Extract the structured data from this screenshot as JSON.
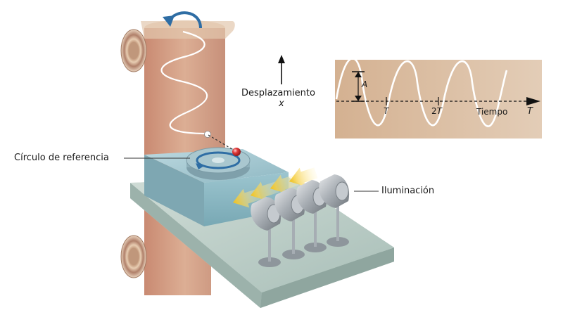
{
  "labels": {
    "displacement": "Desplazamiento",
    "displacement_var": "x",
    "reference_circle": "Círculo de referencia",
    "illumination": "Iluminación"
  },
  "graph": {
    "amplitude_label": "A",
    "tick_1": "T",
    "tick_2_prefix": "2",
    "tick_2_var": "T",
    "time_label": "Tiempo",
    "axis_var": "T"
  },
  "colors": {
    "paper": "#d9b092",
    "graph_bg": "#dcc0a6",
    "platform": "#b9cdc8",
    "box": "#9cc3cf",
    "arrow_blue": "#2e6da4",
    "light_arrow": "#f2c21a",
    "red_ball": "#e23a3a"
  }
}
